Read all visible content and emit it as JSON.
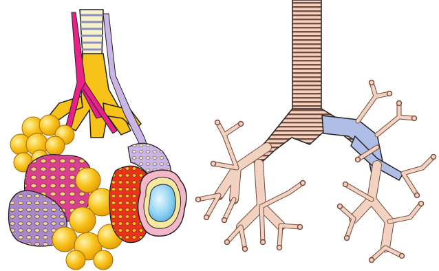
{
  "figure": {
    "panels": [
      {
        "id": "alveolar-cluster",
        "icon": "alveoli-cluster-illustration"
      },
      {
        "id": "bronchial-tree",
        "icon": "bronchial-tree-illustration"
      }
    ],
    "colors": {
      "alveolus_yellow": "#f7c21a",
      "alveolus_highlight": "#fff3a8",
      "artery_magenta": "#e8208a",
      "capillary_purple": "#b48ac8",
      "capillary_red": "#e8341c",
      "vein_lavender": "#c9b6e6",
      "airway_tan": "#e9c3a8",
      "airway_ring_dark": "#7a4b3c",
      "bronchus_blue": "#aebee6",
      "outline": "#231f20"
    }
  }
}
